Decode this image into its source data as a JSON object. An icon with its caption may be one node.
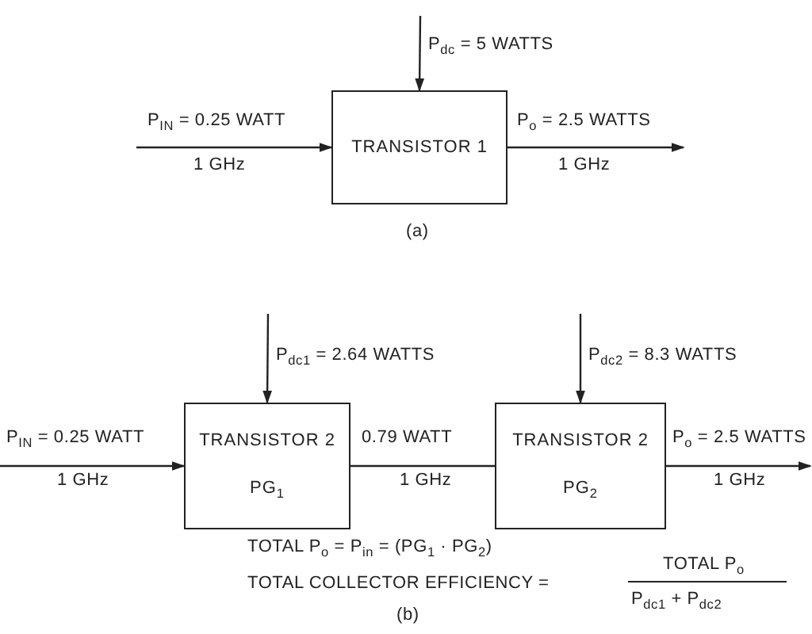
{
  "diagram": {
    "nodes": [
      {
        "text": [
          "TRANSISTOR 1"
        ]
      },
      {
        "text": [
          "TRANSISTOR 2",
          "PG$_{1}$"
        ]
      },
      {
        "text": [
          "TRANSISTOR 2",
          "PG$_{2}$"
        ]
      }
    ],
    "edges": [
      {
        "from": null,
        "to": 0,
        "arrow": "to",
        "label": "P$_{IN}$ = 0.25 WATT"
      },
      {
        "from": null,
        "to": 0,
        "arrow": "to",
        "label": "P$_{dc}$ = 5 WATTS"
      },
      {
        "from": 0,
        "to": null,
        "arrow": "to",
        "label": "P$_{o}$ = 2.5 WATTS"
      },
      {
        "from": null,
        "to": 1,
        "arrow": "to",
        "label": "P$_{IN}$ = 0.25 WATT"
      },
      {
        "from": null,
        "to": 1,
        "arrow": "to",
        "label": "P$_{dc1}$ = 2.64 WATTS"
      },
      {
        "from": 1,
        "to": 2,
        "arrow": "none",
        "label": "0.79 WATT"
      },
      {
        "from": null,
        "to": 2,
        "arrow": "to",
        "label": "P$_{dc2}$ = 8.3 WATTS"
      },
      {
        "from": 2,
        "to": null,
        "arrow": "to",
        "label": "P$_{o}$ = 2.5 WATTS"
      }
    ],
    "labels": [
      "1 GHz",
      "1 GHz",
      "(a)",
      "1 GHz",
      "1 GHz",
      "1 GHz",
      "TOTAL P$_{o}$ = P$_{in}$ = (PG$_{1}$ · PG$_{2}$)",
      "TOTAL COLLECTOR EFFICIENCY =",
      "TOTAL P$_{o}$",
      "P$_{dc1}$ + P$_{dc2}$",
      "(b)"
    ]
  }
}
